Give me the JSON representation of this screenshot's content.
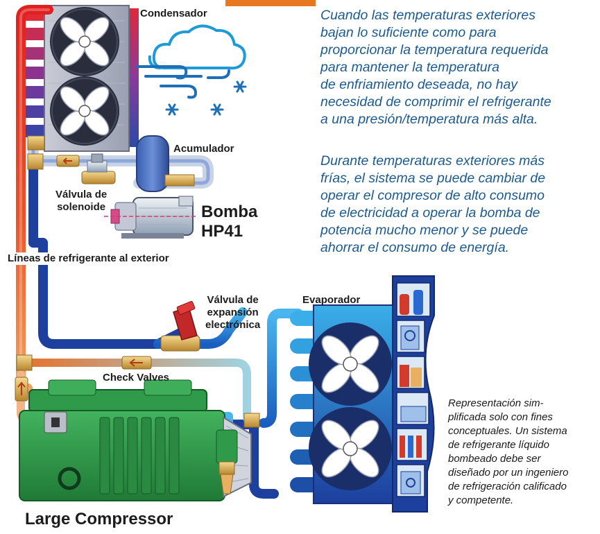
{
  "labels": {
    "condenser": "Condensador",
    "accumulator": "Acumulador",
    "solenoid_valve": "Válvula de\nsolenoide",
    "pump": "Bomba\nHP41",
    "refrigerant_lines": "Líneas de refrigerante al exterior",
    "expansion_valve": "Válvula de\nexpansión\nelectrónica",
    "evaporator": "Evaporador",
    "check_valves": "Check Valves",
    "compressor": "Large Compressor"
  },
  "text": {
    "paragraph_1": "Cuando las temperaturas exteriores\nbajan lo suficiente como para\nproporcionar la temperatura requerida\npara mantener la temperatura\nde enfriamiento deseada, no hay\nnecesidad de comprimir el refrigerante\na una presión/temperatura más alta.",
    "paragraph_2": "Durante temperaturas exteriores más\nfrías, el sistema se puede cambiar de\noperar el compresor de alto consumo\nde electricidad a operar la bomba de\npotencia mucho menor y se puede\nahorrar el consumo de energía.",
    "note": "Representación sim-\nplificada solo con fines\nconceptuales. Un sistema\nde refrigerante líquido\nbombeado debe ser\ndiseñado por un ingeniero\nde refrigeración calificado\ny competente."
  },
  "colors": {
    "hot_line": "#d8262b",
    "warm_line": "#e8702a",
    "cold_line": "#1d3f9e",
    "liquid_line": "#2a8fd6",
    "compressor": "#2f9a4a",
    "paragraph_text": "#1c5a8f",
    "title_accent": "#e87722"
  }
}
